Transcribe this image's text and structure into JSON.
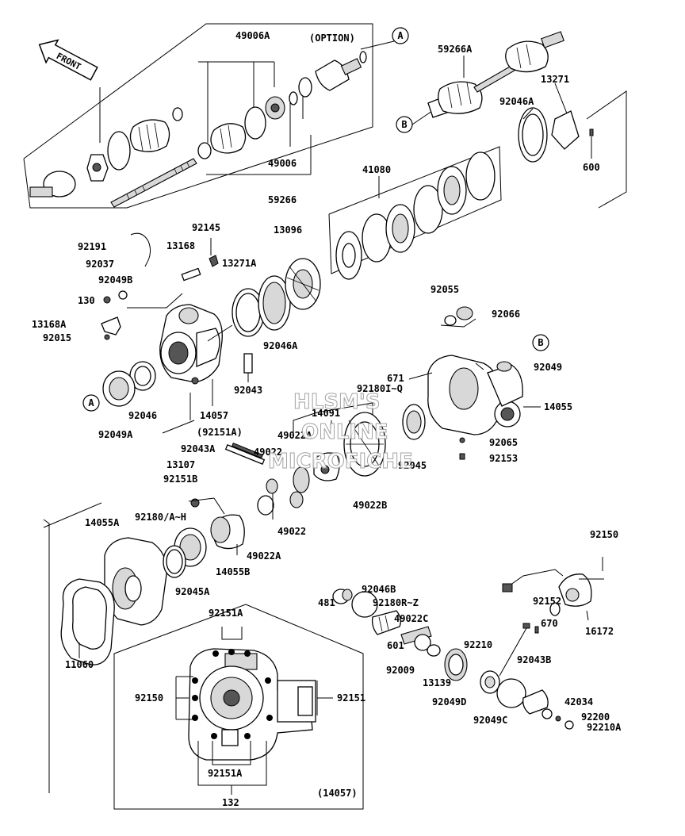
{
  "front_label": "FRONT",
  "watermark": [
    "HLSM'S",
    "ONLINE",
    "MICROFICHE"
  ],
  "callouts": {
    "a": "A",
    "b": "B"
  },
  "labels": {
    "p49006A": "49006A",
    "option": "(OPTION)",
    "p59266A": "59266A",
    "p13271": "13271",
    "p92046A_top": "92046A",
    "p600": "600",
    "p49006": "49006",
    "p59266": "59266",
    "p41080": "41080",
    "p92145": "92145",
    "p92191": "92191",
    "p13168": "13168",
    "p13096": "13096",
    "p92037": "92037",
    "p13271A": "13271A",
    "p92049B": "92049B",
    "p130": "130",
    "p13168A": "13168A",
    "p92015": "92015",
    "p92046A_mid": "92046A",
    "p92055": "92055",
    "p92066": "92066",
    "p92049": "92049",
    "p671": "671",
    "p92180IQ": "92180I~Q",
    "p14055": "14055",
    "p92043": "92043",
    "p14091": "14091",
    "p92046": "92046",
    "p14057": "14057",
    "p92049A": "92049A",
    "p92151A_paren": "(92151A)",
    "p49022A_a": "49022A",
    "p92065": "92065",
    "p92043A": "92043A",
    "p49022_a": "49022",
    "p92153": "92153",
    "p13107": "13107",
    "p92045": "92045",
    "p92151B": "92151B",
    "p49022B": "49022B",
    "p92180AH": "92180/A~H",
    "p49022_b": "49022",
    "p14055A": "14055A",
    "p49022A_b": "49022A",
    "p14055B": "14055B",
    "p92045A": "92045A",
    "p92150_right": "92150",
    "p92152": "92152",
    "p92046B": "92046B",
    "p481": "481",
    "p92180RZ": "92180R~Z",
    "p49022C": "49022C",
    "p670": "670",
    "p16172": "16172",
    "p601": "601",
    "p92210": "92210",
    "p92043B": "92043B",
    "p11060": "11060",
    "p92009": "92009",
    "p13139": "13139",
    "p92049D": "92049D",
    "p42034": "42034",
    "p92049C": "92049C",
    "p92200": "92200",
    "p92210A": "92210A",
    "p92151A_inset_top": "92151A",
    "p92150_inset": "92150",
    "p92151_inset": "92151",
    "p92151A_inset_bot": "92151A",
    "p132": "132",
    "p14057_paren": "(14057)"
  }
}
